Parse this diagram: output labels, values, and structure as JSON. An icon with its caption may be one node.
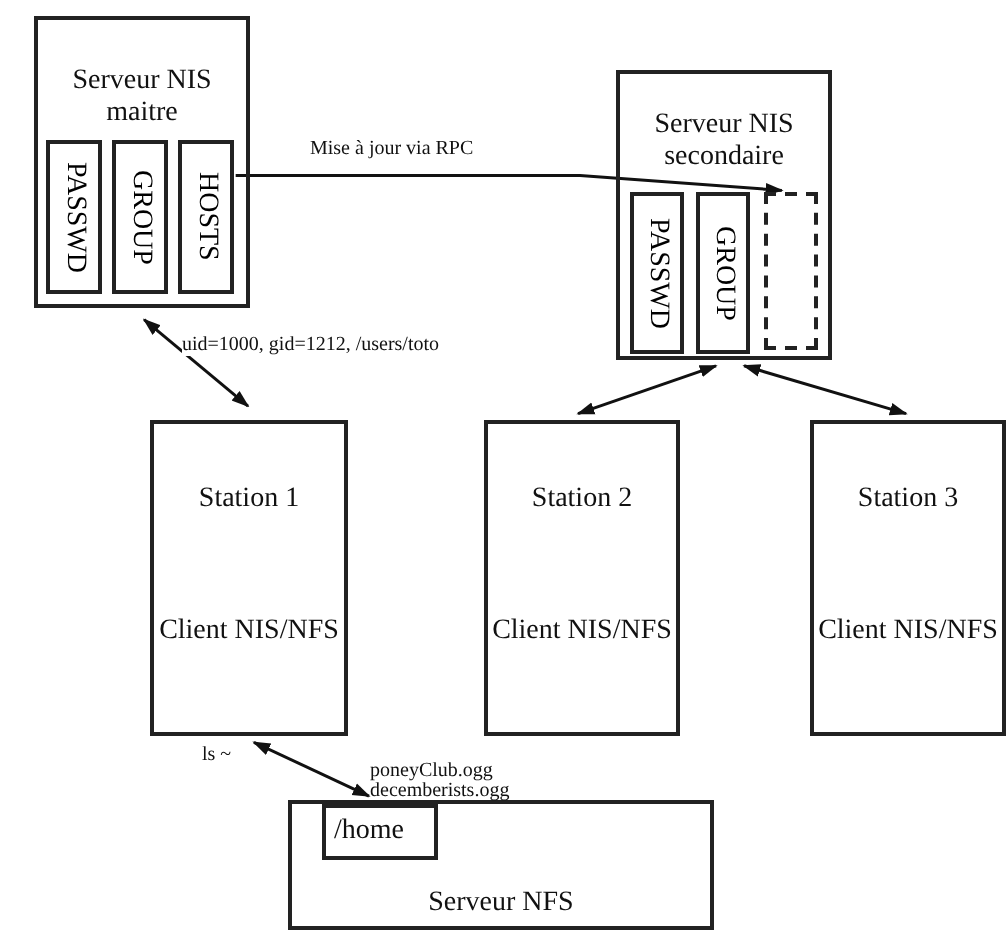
{
  "diagram": {
    "nodes": [
      {
        "text": [
          "Serveur NIS maitre"
        ]
      },
      {
        "text": [
          "PASSWD"
        ],
        "in": 0
      },
      {
        "text": [
          "GROUP"
        ],
        "in": 0
      },
      {
        "text": [
          "HOSTS"
        ],
        "in": 0
      },
      {
        "text": [
          "Serveur NIS secondaire"
        ]
      },
      {
        "text": [
          "PASSWD"
        ],
        "in": 4
      },
      {
        "text": [
          "GROUP"
        ],
        "in": 4
      },
      {
        "text": [],
        "shape": "box",
        "in": 4
      },
      {
        "text": [
          "Station 1",
          "Client NIS/NFS"
        ]
      },
      {
        "text": [
          "Station 2",
          "Client NIS/NFS"
        ]
      },
      {
        "text": [
          "Station 3",
          "Client NIS/NFS"
        ]
      },
      {
        "text": [
          "Serveur NFS"
        ]
      },
      {
        "text": [
          "/home"
        ],
        "in": 11
      }
    ],
    "edges": [
      {
        "from": 3,
        "to": 7,
        "arrow": "to",
        "label": "Mise à jour via RPC"
      },
      {
        "from": 0,
        "to": 8,
        "arrow": "both",
        "label": "uid=1000, gid=1212, /users/toto"
      },
      {
        "from": 4,
        "to": 9,
        "arrow": "both"
      },
      {
        "from": 4,
        "to": 10,
        "arrow": "both"
      },
      {
        "from": 8,
        "to": 11,
        "arrow": "both",
        "label": "ls ~"
      }
    ],
    "labels": [
      "poneyClub.ogg",
      "decemberists.ogg"
    ]
  }
}
